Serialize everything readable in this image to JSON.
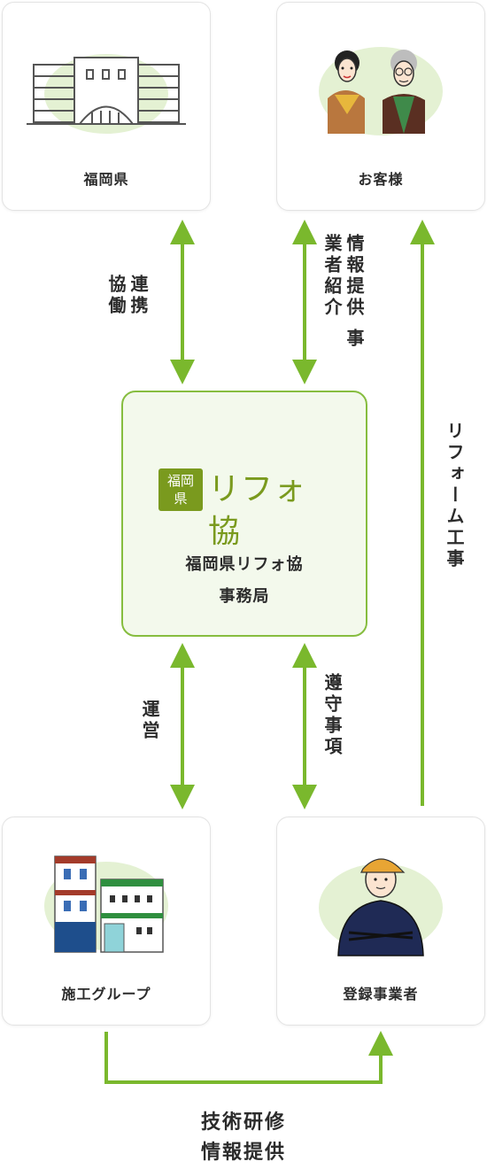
{
  "nodes": {
    "prefecture": "福岡県",
    "customer": "お客様",
    "office_name": "福岡県リフォ協",
    "office_sub": "事務局",
    "construction_group": "施工グループ",
    "registered_contractor": "登録事業者"
  },
  "logo": {
    "badge_top": "福岡",
    "badge_bottom": "県",
    "wordmark": "リフォ協"
  },
  "relations": {
    "pref_office": "連携 協働",
    "customer_office": "情報提供 事業者紹介",
    "reform_work": "リフォーム工事",
    "operation": "運営",
    "compliance": "遵守事項",
    "training_line1": "技術研修",
    "training_line2": "情報提供"
  },
  "colors": {
    "accent": "#7ab82d",
    "card_border": "#e3e3e3",
    "center_bg": "#f3f9ec",
    "blob": "#e4f1d3"
  }
}
